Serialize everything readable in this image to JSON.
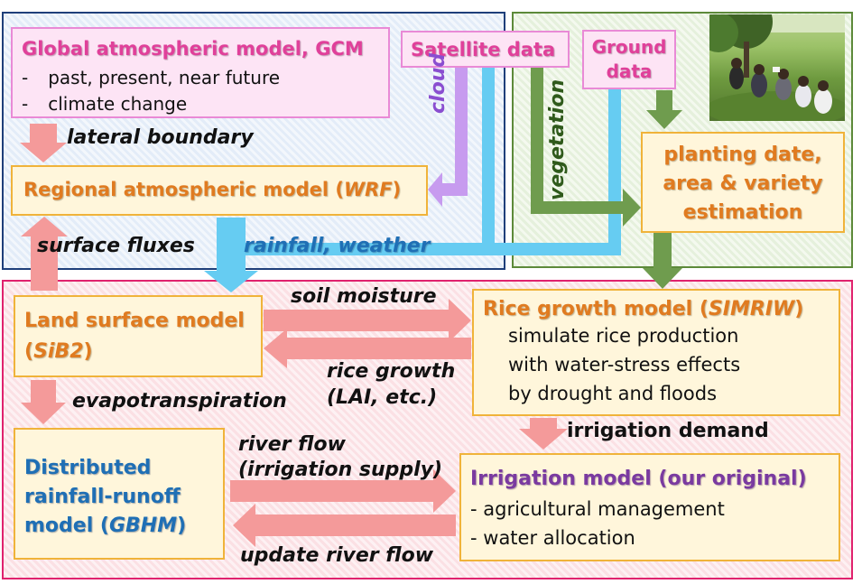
{
  "gcm": {
    "title": "Global atmospheric model, GCM",
    "items": [
      "past, present, near future",
      "climate change"
    ],
    "bullet": "-"
  },
  "satellite": {
    "label": "Satellite data"
  },
  "ground": {
    "line1": "Ground",
    "line2": "data"
  },
  "wrf": {
    "prefix": "Regional atmospheric model (",
    "name": "WRF",
    "suffix": ")"
  },
  "planting": {
    "line1": "planting date,",
    "line2": "area & variety",
    "line3": "estimation"
  },
  "land": {
    "line1": "Land surface model",
    "open": "(",
    "name": "SiB2",
    "close": ")"
  },
  "rice": {
    "prefix": "Rice growth model (",
    "name": "SIMRIW",
    "suffix": ")",
    "lines": [
      "simulate rice production",
      "with water-stress effects",
      "by drought and floods"
    ]
  },
  "gbhm": {
    "line1": "Distributed",
    "line2": "rainfall-runoff",
    "line3a": "model (",
    "name": "GBHM",
    "line3b": ")"
  },
  "irrigation": {
    "title": "Irrigation model (our original)",
    "items": [
      "agricultural management",
      "water allocation"
    ],
    "bullet": "-"
  },
  "labels": {
    "lateral": "lateral boundary",
    "cloud": "cloud",
    "vegetation": "vegetation",
    "surface_fluxes": "surface fluxes",
    "rainfall": "rainfall, weather",
    "soil_moisture": "soil moisture",
    "rice_growth1": "rice growth",
    "rice_growth2": "(LAI, etc.)",
    "evapotranspiration": "evapotranspiration",
    "irrigation_demand": "irrigation demand",
    "river_flow1": "river flow",
    "river_flow2": "(irrigation supply)",
    "update_river": "update river flow"
  },
  "colors": {
    "arrow_pink": "#f49a9a",
    "arrow_blue": "#66ccf2",
    "arrow_purple": "#c79bef",
    "arrow_green": "#6f9c4e"
  }
}
